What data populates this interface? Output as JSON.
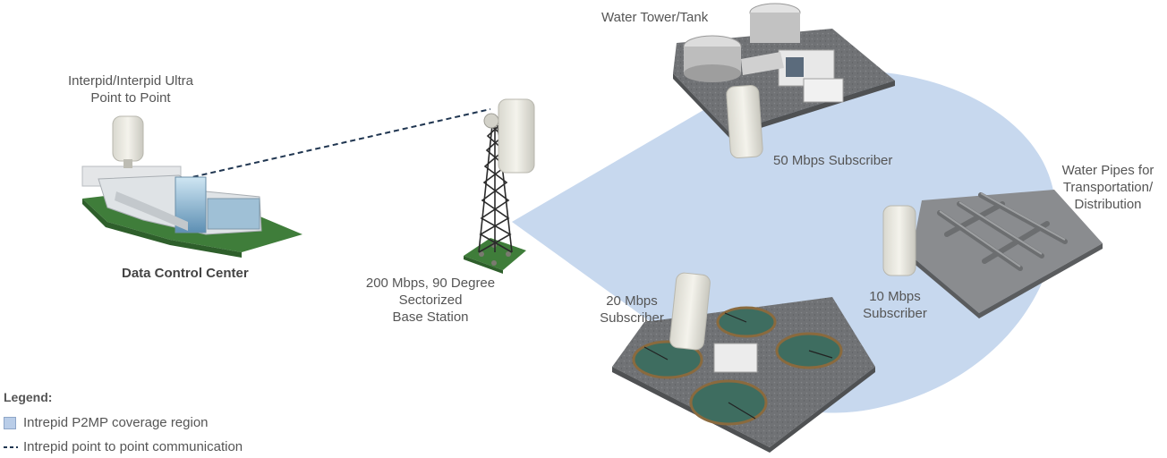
{
  "labels": {
    "water_tower": "Water Tower/Tank",
    "ptp_line1": "Interpid/Interpid Ultra",
    "ptp_line2": "Point to Point",
    "data_center": "Data Control Center",
    "base_line1": "200 Mbps, 90 Degree",
    "base_line2": "Sectorized",
    "base_line3": "Base Station",
    "sub50": "50 Mbps Subscriber",
    "pipes_line1": "Water Pipes for",
    "pipes_line2": "Transportation/",
    "pipes_line3": "Distribution",
    "sub10_line1": "10 Mbps",
    "sub10_line2": "Subscriber",
    "sub20_line1": "20 Mbps",
    "sub20_line2": "Subscriber"
  },
  "legend": {
    "title": "Legend:",
    "coverage": "Intrepid P2MP coverage region",
    "ptp": "Intrepid point to point communication"
  },
  "colors": {
    "coverage": "#c7d8ee",
    "link": "#1f3550",
    "platform": "#6f7174",
    "grass": "#3f7d3a"
  }
}
